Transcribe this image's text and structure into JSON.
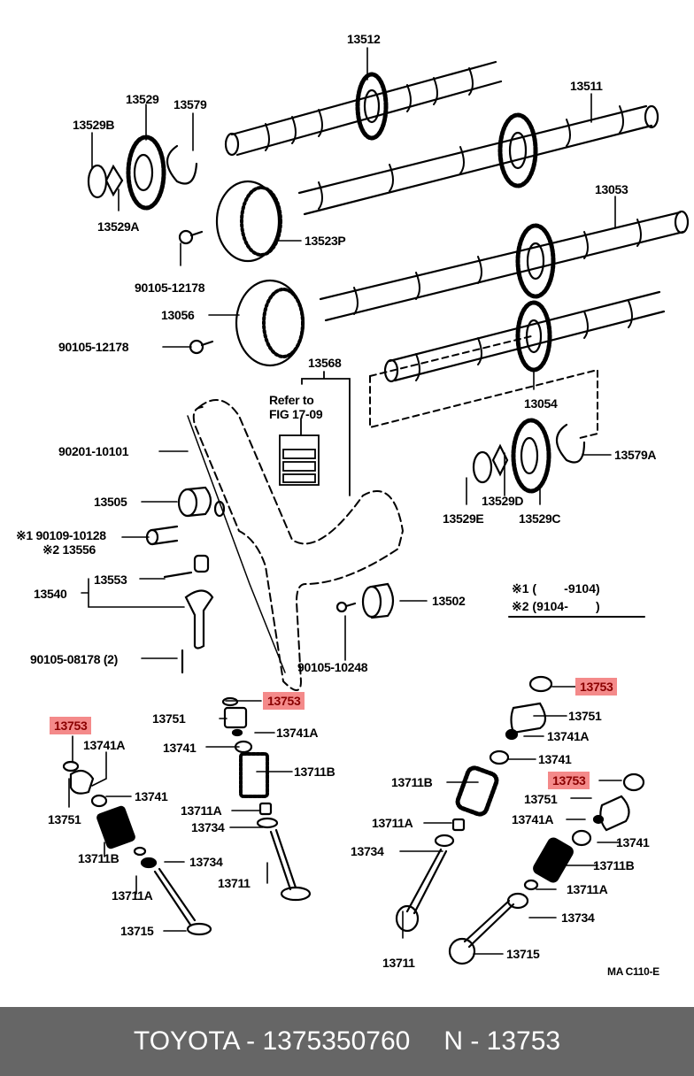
{
  "diagram": {
    "title": "Camshaft & Valve parts diagram",
    "figure_code": "MA C110-E",
    "highlight_color": "#f48a8a",
    "highlighted_part": "13753",
    "refer_note": [
      "Refer to",
      "FIG 17-09"
    ],
    "legend": {
      "line1": "※1 (        -9104)",
      "line2": "※2 (9104-        )"
    },
    "labels": {
      "p13512": "13512",
      "p13511": "13511",
      "p13529": "13529",
      "p13579": "13579",
      "p13529b": "13529B",
      "p13529a": "13529A",
      "p13523p": "13523P",
      "p13053": "13053",
      "p90105_12178_a": "90105-12178",
      "p13056": "13056",
      "p90105_12178_b": "90105-12178",
      "p13568": "13568",
      "p13054": "13054",
      "p90201_10101": "90201-10101",
      "p13579a": "13579A",
      "p13505": "13505",
      "p13529e": "13529E",
      "p13529d": "13529D",
      "p13529c": "13529C",
      "p90109_10128": "※1 90109-10128",
      "p13556": "※2 13556",
      "p13553": "13553",
      "p13540": "13540",
      "p13502": "13502",
      "p90105_08178": "90105-08178 (2)",
      "p90105_10248": "90105-10248"
    },
    "left_valve": {
      "p13753": "13753",
      "p13741a": "13741A",
      "p13741": "13741",
      "p13751": "13751",
      "p13711b": "13711B",
      "p13734": "13734",
      "p13711a": "13711A",
      "p13715": "13715"
    },
    "center_valve": {
      "p13753": "13753",
      "p13751": "13751",
      "p13741a": "13741A",
      "p13741": "13741",
      "p13711b": "13711B",
      "p13711a": "13711A",
      "p13734": "13734",
      "p13711": "13711"
    },
    "right_valve_a": {
      "p13753": "13753",
      "p13751": "13751",
      "p13741a": "13741A",
      "p13741": "13741",
      "p13711b": "13711B",
      "p13711a": "13711A",
      "p13734": "13734",
      "p13711": "13711"
    },
    "right_valve_b": {
      "p13753": "13753",
      "p13751": "13751",
      "p13741a": "13741A",
      "p13741": "13741",
      "p13711b": "13711B",
      "p13711a": "13711A",
      "p13734": "13734",
      "p13715": "13715"
    }
  },
  "footer": {
    "brand_part": "TOYOTA - 1375350760",
    "ref": "N - 13753",
    "background": "#666666"
  }
}
